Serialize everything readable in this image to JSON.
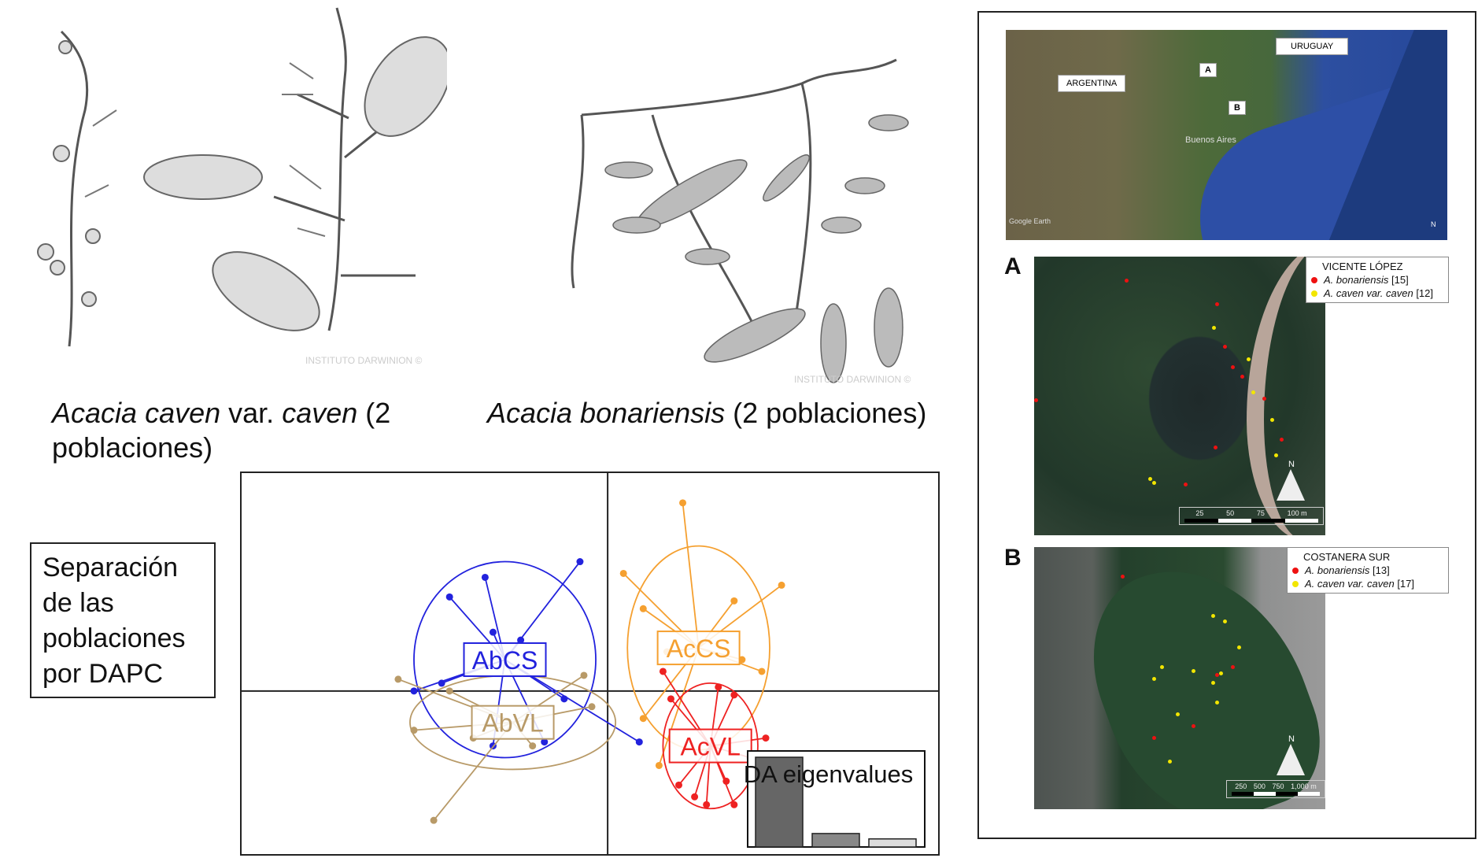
{
  "captions": {
    "caven": {
      "genus": "Acacia",
      "species": "caven",
      "var": " var. ",
      "variety": "caven",
      "suffix": " (2",
      "line2": "poblaciones)"
    },
    "bonariensis": {
      "genus": "Acacia bonariensis",
      "suffix": " (2 poblaciones)"
    }
  },
  "drawing_watermarks": {
    "left": "INSTITUTO DARWINION ©",
    "right": "INSTITUTO DARWINION ©"
  },
  "dapc_label": "Separación de las poblaciones por DAPC",
  "chart_data": {
    "type": "scatter",
    "title": "",
    "xlabel": "",
    "ylabel": "",
    "xlim": [
      -9.3,
      8.4
    ],
    "ylim": [
      -4.2,
      5.6
    ],
    "groups": [
      {
        "name": "AbCS",
        "color": "#2222dd",
        "centroid": [
          -2.6,
          0.8
        ],
        "ellipse": [
          2.3,
          2.5
        ],
        "points": [
          [
            -0.7,
            3.3
          ],
          [
            -3.1,
            2.9
          ],
          [
            -4.0,
            2.4
          ],
          [
            -2.9,
            1.5
          ],
          [
            -2.2,
            1.3
          ],
          [
            -4.9,
            0
          ],
          [
            -4.2,
            0.2
          ],
          [
            -2.9,
            -1.4
          ],
          [
            -1.6,
            -1.3
          ],
          [
            0.8,
            -1.3
          ],
          [
            -1.1,
            -0.2
          ]
        ]
      },
      {
        "name": "AbVL",
        "color": "#b89a68",
        "centroid": [
          -2.4,
          -0.8
        ],
        "ellipse": [
          2.6,
          1.2
        ],
        "points": [
          [
            -5.3,
            0.3
          ],
          [
            -4.4,
            -3.3
          ],
          [
            -4.9,
            -1.0
          ],
          [
            -4.0,
            0
          ],
          [
            -0.6,
            0.4
          ],
          [
            -0.4,
            -0.4
          ],
          [
            -1.9,
            -1.4
          ],
          [
            -3.4,
            -1.2
          ]
        ]
      },
      {
        "name": "AcCS",
        "color": "#f5a030",
        "centroid": [
          2.3,
          1.1
        ],
        "ellipse": [
          1.8,
          2.6
        ],
        "points": [
          [
            1.9,
            4.8
          ],
          [
            0.4,
            3.0
          ],
          [
            4.4,
            2.7
          ],
          [
            3.2,
            2.3
          ],
          [
            0.9,
            2.1
          ],
          [
            3.9,
            0.5
          ],
          [
            1.5,
            1.0
          ],
          [
            0.9,
            -0.7
          ],
          [
            1.3,
            -1.9
          ],
          [
            3.4,
            0.8
          ]
        ]
      },
      {
        "name": "AcVL",
        "color": "#ee2222",
        "centroid": [
          2.6,
          -1.4
        ],
        "ellipse": [
          1.2,
          1.6
        ],
        "points": [
          [
            1.4,
            0.5
          ],
          [
            1.6,
            -0.2
          ],
          [
            2.8,
            0.1
          ],
          [
            3.2,
            -0.1
          ],
          [
            4.0,
            -1.2
          ],
          [
            3.6,
            -1.7
          ],
          [
            2.2,
            -2.7
          ],
          [
            1.8,
            -2.4
          ],
          [
            3.0,
            -2.3
          ],
          [
            3.2,
            -2.9
          ],
          [
            2.5,
            -2.9
          ]
        ]
      }
    ],
    "inset": {
      "title": "DA eigenvalues",
      "values": [
        100,
        15,
        9
      ],
      "colors": [
        "#666666",
        "#888888",
        "#dddddd"
      ]
    }
  },
  "maps": {
    "overview": {
      "labels": {
        "argentina": "ARGENTINA",
        "uruguay": "URUGUAY",
        "a": "A",
        "b": "B",
        "buenos_aires": "Buenos Aires",
        "google": "Google Earth",
        "north": "N"
      }
    },
    "a": {
      "letter": "A",
      "legend_title": "VICENTE LÓPEZ",
      "items": [
        {
          "name": "A. bonariensis",
          "count": "[15]",
          "color": "#ee1111"
        },
        {
          "name": "A. caven var. caven",
          "count": "[12]",
          "color": "#f2e600"
        }
      ],
      "scale": [
        "25",
        "50",
        "75",
        "100 m"
      ],
      "north": "N"
    },
    "b": {
      "letter": "B",
      "legend_title": "COSTANERA SUR",
      "items": [
        {
          "name": "A. bonariensis",
          "count": "[13]",
          "color": "#ee1111"
        },
        {
          "name": "A. caven var. caven",
          "count": "[17]",
          "color": "#f2e600"
        }
      ],
      "scale": [
        "250",
        "500",
        "750",
        "1,000 m"
      ],
      "north": "N"
    }
  }
}
